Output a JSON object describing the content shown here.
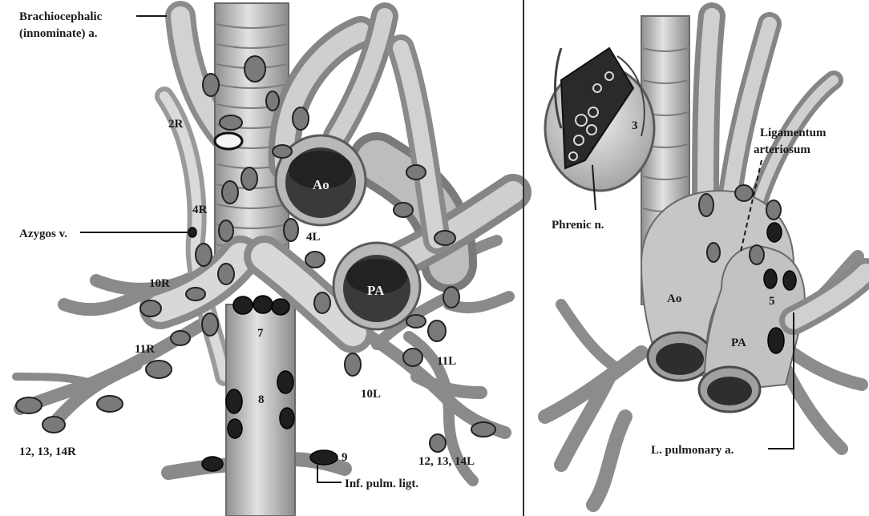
{
  "left_panel": {
    "labels": {
      "brachiocephalic": "Brachiocephalic",
      "innominate": "(innominate) a.",
      "station_2r": "2R",
      "station_4r": "4R",
      "azygos": "Azygos v.",
      "station_4l": "4L",
      "station_10r": "10R",
      "station_11r": "11R",
      "station_7": "7",
      "station_8": "8",
      "station_9": "9",
      "station_10l": "10L",
      "station_11l": "11L",
      "station_12_14r": "12, 13, 14R",
      "station_12_14l": "12, 13, 14L",
      "inf_pulm_ligt": "Inf. pulm. ligt.",
      "aorta": "Ao",
      "pulmonary_artery": "PA"
    }
  },
  "right_panel": {
    "labels": {
      "station_3": "3",
      "phrenic": "Phrenic n.",
      "ligamentum_1": "Ligamentum",
      "ligamentum_2": "arteriosum",
      "aorta": "Ao",
      "pulmonary_artery": "PA",
      "station_5": "5",
      "l_pulmonary": "L. pulmonary a."
    }
  },
  "colors": {
    "background": "#ffffff",
    "vessel_fill": "#c4c4c4",
    "vessel_outline": "#6a6a6a",
    "node_gray": "#7a7a7a",
    "node_dark": "#1e1e1e",
    "lumen_dark": "#333333"
  }
}
